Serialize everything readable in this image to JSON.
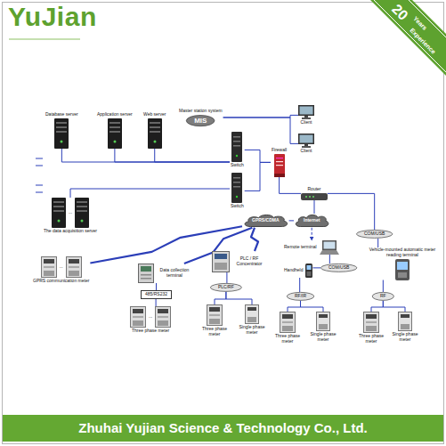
{
  "diagram": {
    "title": "YuJian",
    "caption": "Zhuhai Yujian Science & Technology Co., Ltd.",
    "nodes": [
      {
        "text": [
          "Database server"
        ]
      },
      {
        "text": [
          "Application server"
        ]
      },
      {
        "text": [
          "Web server"
        ]
      },
      {
        "text": [
          "Master station system",
          "MIS"
        ]
      },
      {
        "text": [
          "Client"
        ]
      },
      {
        "text": [
          "Client"
        ]
      },
      {
        "text": [
          "Switch"
        ]
      },
      {
        "text": [
          "Switch"
        ]
      },
      {
        "text": [
          "Firewall"
        ]
      },
      {
        "text": [
          "Router"
        ]
      },
      {
        "text": [
          "...",
          "The data acquisition server"
        ]
      },
      {
        "text": [
          "GPRS/CDMA"
        ]
      },
      {
        "text": [
          "Internet"
        ]
      },
      {
        "text": [
          "COM/USB"
        ]
      },
      {
        "text": [
          "Vehicle-mounted automatic meter reading terminal"
        ]
      },
      {
        "text": [
          "Remote terminal"
        ]
      },
      {
        "text": [
          "COM/USB"
        ]
      },
      {
        "text": [
          "Handheld"
        ]
      },
      {
        "text": [
          "...",
          "GPRS communication meter"
        ]
      },
      {
        "text": [
          "Data collection terminal"
        ]
      },
      {
        "text": [
          "485/RS232"
        ]
      },
      {
        "text": [
          "...",
          "Three phase meter"
        ]
      },
      {
        "text": [
          "PLC / RF Concentrator"
        ]
      },
      {
        "text": [
          "PLC/RF"
        ]
      },
      {
        "text": [
          "Three phase meter"
        ]
      },
      {
        "text": [
          "Single phase meter"
        ]
      },
      {
        "text": [
          "RF/IR"
        ]
      },
      {
        "text": [
          "Three phase meter"
        ]
      },
      {
        "text": [
          "Single phase meter"
        ]
      },
      {
        "text": [
          "RF"
        ]
      },
      {
        "text": [
          "Three phase meter"
        ]
      },
      {
        "text": [
          "Single phase meter"
        ]
      }
    ],
    "edges": [
      {
        "from": 0,
        "to": 6,
        "arrow": "none"
      },
      {
        "from": 1,
        "to": 6,
        "arrow": "none"
      },
      {
        "from": 2,
        "to": 6,
        "arrow": "none"
      },
      {
        "from": 3,
        "to": 4,
        "arrow": "none"
      },
      {
        "from": 3,
        "to": 5,
        "arrow": "none"
      },
      {
        "from": 6,
        "to": 8,
        "arrow": "none"
      },
      {
        "from": 7,
        "to": 8,
        "arrow": "none"
      },
      {
        "from": 10,
        "to": 7,
        "arrow": "none"
      },
      {
        "from": 8,
        "to": 9,
        "arrow": "none"
      },
      {
        "from": 9,
        "to": 12,
        "arrow": "none"
      },
      {
        "from": 11,
        "to": 12,
        "arrow": "none"
      },
      {
        "from": 9,
        "to": 13,
        "arrow": "none"
      },
      {
        "from": 13,
        "to": 14,
        "arrow": "none"
      },
      {
        "from": 12,
        "to": 15,
        "arrow": "to"
      },
      {
        "from": 15,
        "to": 16,
        "arrow": "none"
      },
      {
        "from": 17,
        "to": 16,
        "arrow": "none"
      },
      {
        "from": 17,
        "to": 26,
        "arrow": "none"
      },
      {
        "from": 26,
        "to": 27,
        "arrow": "none"
      },
      {
        "from": 26,
        "to": 28,
        "arrow": "none"
      },
      {
        "from": 14,
        "to": 29,
        "arrow": "none"
      },
      {
        "from": 29,
        "to": 30,
        "arrow": "none"
      },
      {
        "from": 29,
        "to": 31,
        "arrow": "none"
      },
      {
        "from": 11,
        "to": 18,
        "arrow": "none"
      },
      {
        "from": 11,
        "to": 19,
        "arrow": "none"
      },
      {
        "from": 11,
        "to": 22,
        "arrow": "none"
      },
      {
        "from": 19,
        "to": 20,
        "arrow": "none"
      },
      {
        "from": 20,
        "to": 21,
        "arrow": "none"
      },
      {
        "from": 22,
        "to": 23,
        "arrow": "none"
      },
      {
        "from": 23,
        "to": 24,
        "arrow": "none"
      },
      {
        "from": 23,
        "to": 25,
        "arrow": "none"
      }
    ],
    "labels": [
      "20",
      "Years",
      "Experience"
    ]
  }
}
